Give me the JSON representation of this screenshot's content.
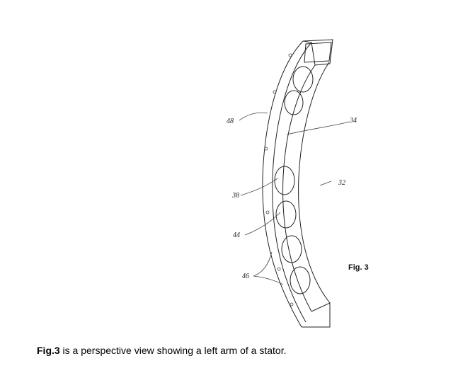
{
  "figure": {
    "fig_label": "Fig. 3",
    "reference_numerals": [
      "48",
      "34",
      "32",
      "38",
      "44",
      "46"
    ]
  },
  "caption": {
    "fig_ref": "Fig.3",
    "text": " is a perspective view showing a left arm of a stator."
  }
}
